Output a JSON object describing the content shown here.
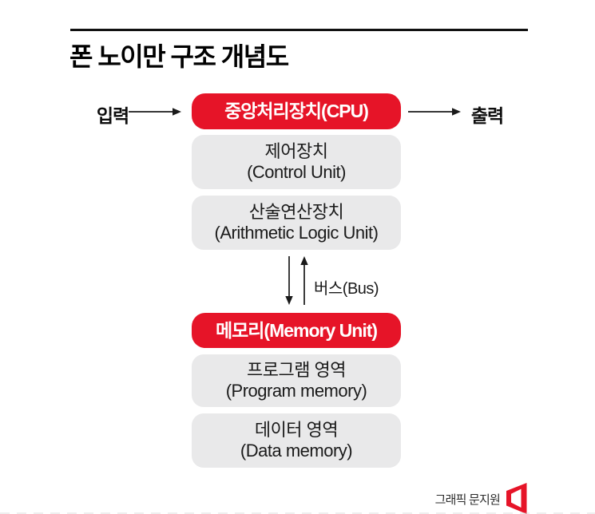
{
  "title": "폰 노이만 구조 개념도",
  "flow": {
    "input_label": "입력",
    "output_label": "출력",
    "cpu_label": "중앙처리장치(CPU)",
    "control_unit": {
      "ko": "제어장치",
      "en": "(Control Unit)"
    },
    "alu": {
      "ko": "산술연산장치",
      "en": "(Arithmetic Logic Unit)"
    },
    "bus_label": "버스(Bus)",
    "memory_label": "메모리(Memory Unit)",
    "program_memory": {
      "ko": "프로그램 영역",
      "en": "(Program memory)"
    },
    "data_memory": {
      "ko": "데이터 영역",
      "en": "(Data memory)"
    }
  },
  "footer": {
    "credit": "그래픽 문지원"
  },
  "colors": {
    "accent_red": "#e61428",
    "box_gray": "#e9e9ea",
    "text_dark": "#1a1a1a"
  },
  "icons": {
    "logo": "asiae-press-logo"
  }
}
